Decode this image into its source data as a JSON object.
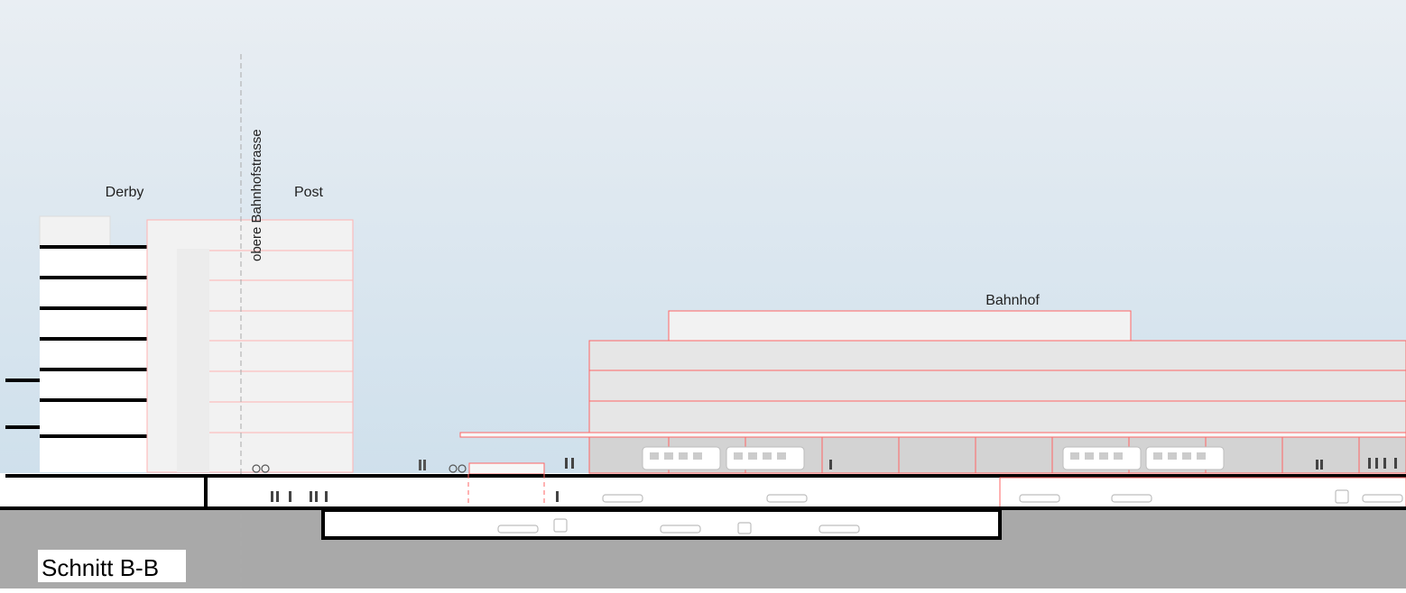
{
  "labels": {
    "derby": "Derby",
    "post": "Post",
    "street": "obere Bahnhofstrasse",
    "bahnhof": "Bahnhof",
    "section_title": "Schnitt B-B"
  },
  "colors": {
    "sky_top": "#e9eef3",
    "sky_bottom": "#cfe0ec",
    "ground": "#a9a9a9",
    "building_fill": "#f2f2f2",
    "building_alt_fill": "#e6e6e6",
    "platform_fill": "#d9d9d9",
    "outline_red": "#ff4d4d",
    "slab_black": "#000000",
    "label_text": "#222222"
  }
}
